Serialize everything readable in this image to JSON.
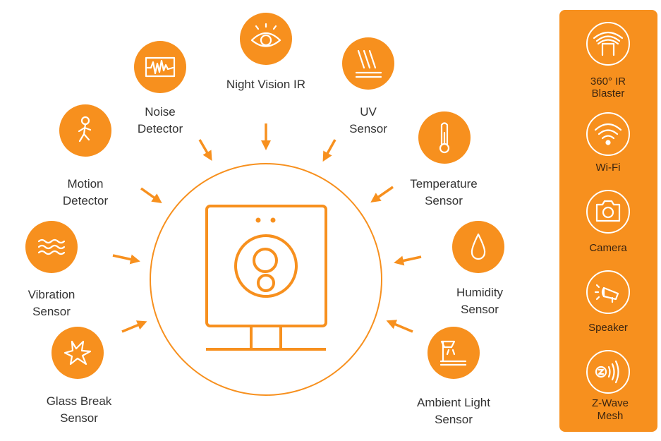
{
  "colors": {
    "accent": "#f7901e",
    "text": "#333333",
    "panel_text": "#3a2410"
  },
  "sensors": [
    {
      "id": "night-vision",
      "icon": "eye-icon",
      "lines": [
        "Night Vision IR"
      ]
    },
    {
      "id": "noise",
      "icon": "waveform-icon",
      "lines": [
        "Noise",
        "Detector"
      ]
    },
    {
      "id": "uv",
      "icon": "uv-rays-icon",
      "lines": [
        "UV",
        "Sensor"
      ]
    },
    {
      "id": "motion",
      "icon": "walking-person-icon",
      "lines": [
        "Motion",
        "Detector"
      ]
    },
    {
      "id": "temperature",
      "icon": "thermometer-icon",
      "lines": [
        "Temperature",
        "Sensor"
      ]
    },
    {
      "id": "vibration",
      "icon": "waves-icon",
      "lines": [
        "Vibration",
        "Sensor"
      ]
    },
    {
      "id": "humidity",
      "icon": "droplet-icon",
      "lines": [
        "Humidity",
        "Sensor"
      ]
    },
    {
      "id": "glass-break",
      "icon": "shatter-icon",
      "lines": [
        "Glass Break",
        "Sensor"
      ]
    },
    {
      "id": "ambient-light",
      "icon": "lamp-icon",
      "lines": [
        "Ambient Light",
        "Sensor"
      ]
    }
  ],
  "features": [
    {
      "id": "ir-blaster",
      "icon": "ir-blaster-icon",
      "lines": [
        "360° IR",
        "Blaster"
      ]
    },
    {
      "id": "wifi",
      "icon": "wifi-icon",
      "lines": [
        "Wi-Fi"
      ]
    },
    {
      "id": "camera",
      "icon": "camera-icon",
      "lines": [
        "Camera"
      ]
    },
    {
      "id": "speaker",
      "icon": "speaker-icon",
      "lines": [
        "Speaker"
      ]
    },
    {
      "id": "z-wave",
      "icon": "z-wave-icon",
      "lines": [
        "Z-Wave",
        "Mesh"
      ]
    }
  ]
}
